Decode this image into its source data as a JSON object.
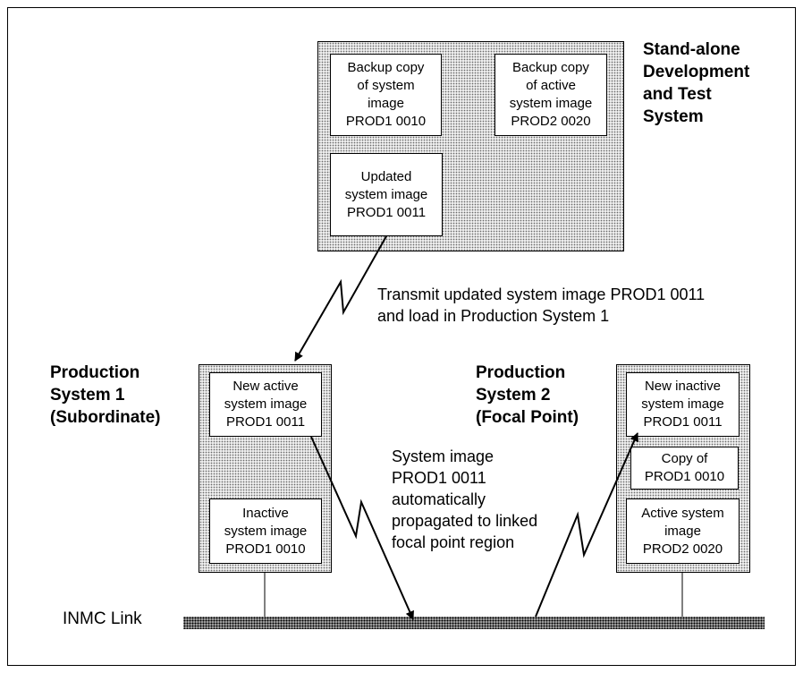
{
  "standalone": {
    "title": [
      "Stand-alone",
      "Development",
      "and Test",
      "System"
    ],
    "boxes": {
      "backup1": [
        "Backup copy",
        "of system",
        "image",
        "PROD1  0010"
      ],
      "backup2": [
        "Backup copy",
        "of active",
        "system image",
        "PROD2  0020"
      ],
      "updated": [
        "Updated",
        "system image",
        "PROD1  0011"
      ]
    }
  },
  "transmit_note": [
    "Transmit updated system image PROD1 0011",
    "and load in Production System 1"
  ],
  "production1": {
    "title": [
      "Production",
      "System 1",
      "(Subordinate)"
    ],
    "boxes": {
      "new_active": [
        "New active",
        "system image",
        "PROD1  0011"
      ],
      "inactive": [
        "Inactive",
        "system image",
        "PROD1  0010"
      ]
    }
  },
  "production2": {
    "title": [
      "Production",
      "System 2",
      "(Focal Point)"
    ],
    "boxes": {
      "new_inactive": [
        "New inactive",
        "system image",
        "PROD1  0011"
      ],
      "copy": [
        "Copy  of",
        "PROD1  0010"
      ],
      "active": [
        "Active system",
        "image",
        "PROD2  0020"
      ]
    }
  },
  "propagate_note": [
    "System image",
    "PROD1 0011",
    "automatically",
    "propagated to linked",
    "focal point region"
  ],
  "link_label": "INMC Link"
}
